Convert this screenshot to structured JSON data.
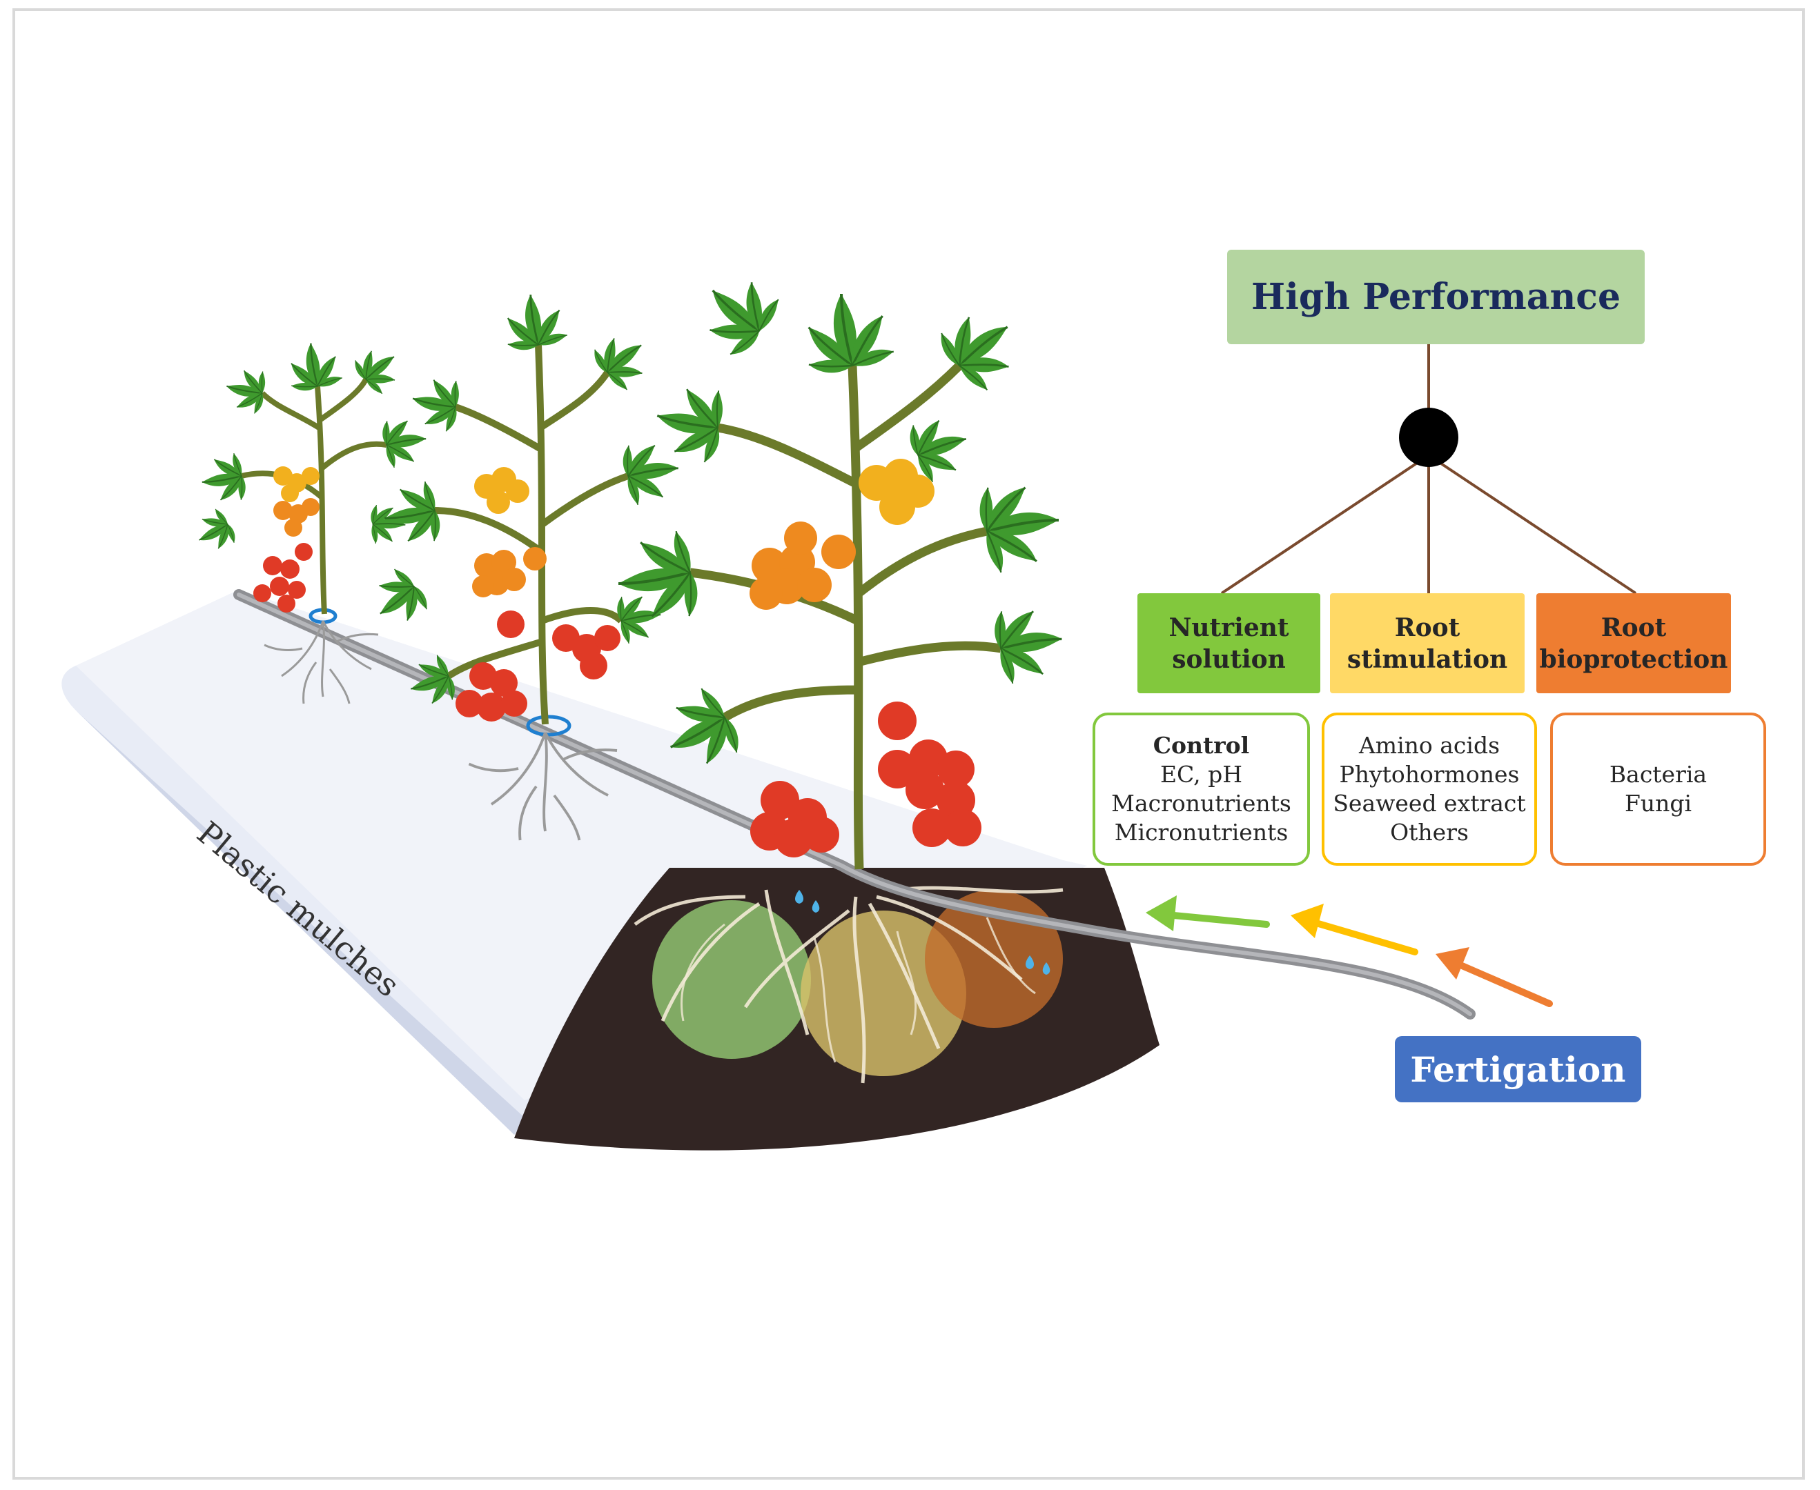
{
  "diagram": {
    "top_node": {
      "label": "High Performance"
    },
    "categories": [
      {
        "label_line1": "Nutrient",
        "label_line2": "solution",
        "color": "#82c83d",
        "details": [
          "Control",
          "EC, pH",
          "Macronutrients",
          "Micronutrients"
        ]
      },
      {
        "label_line1": "Root",
        "label_line2": "stimulation",
        "color": "#ffd966",
        "details": [
          "Amino acids",
          "Phytohormones",
          "Seaweed extract",
          "Others"
        ]
      },
      {
        "label_line1": "Root",
        "label_line2": "bioprotection",
        "color": "#ee7d31",
        "details": [
          "Bacteria",
          "Fungi"
        ]
      }
    ],
    "source": {
      "label": "Fertigation",
      "color": "#4472c4"
    },
    "illustration": {
      "bed_label": "Plastic mulches"
    }
  }
}
